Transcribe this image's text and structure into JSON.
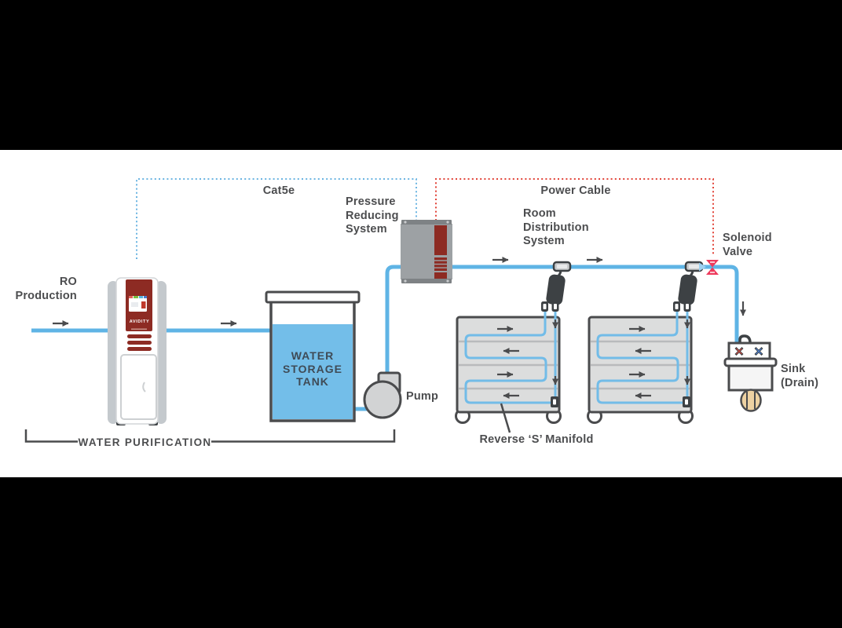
{
  "colors": {
    "pipe": "#5fb4e5",
    "pipe_thin": "#72bce8",
    "water": "#73bee9",
    "equipment_red": "#8d2b23",
    "cat5e_blue": "#6cb5e2",
    "power_red": "#e2453a",
    "valve_pink": "#ee3a5c",
    "outline_dark": "#4a4b4d",
    "label_text": "#4c4d4f"
  },
  "labels": {
    "ro_production": "RO\nProduction",
    "cat5e": "Cat5e",
    "pressure_reducing_system": "Pressure\nReducing\nSystem",
    "power_cable": "Power Cable",
    "room_distribution_system": "Room\nDistribution\nSystem",
    "solenoid_valve": "Solenoid\nValve",
    "water_storage_tank": "WATER\nSTORAGE\nTANK",
    "pump": "Pump",
    "sink_drain": "Sink\n(Drain)",
    "reverse_s_manifold": "Reverse ‘S’ Manifold",
    "water_purification": "WATER PURIFICATION",
    "ro_unit_brand": "AVIDITY"
  }
}
